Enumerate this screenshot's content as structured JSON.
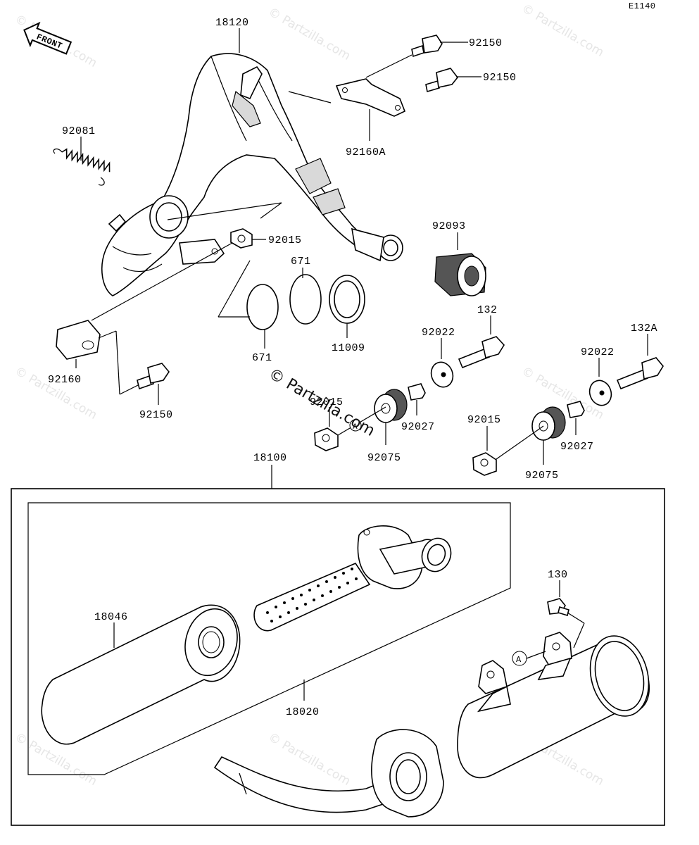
{
  "diagram_code": "E1140",
  "front_label": "FRONT",
  "watermark": "© Partzilla.com",
  "circle_ref": "A",
  "parts": {
    "p18120": "18120",
    "p92150a": "92150",
    "p92150b": "92150",
    "p92160A": "92160A",
    "p92081": "92081",
    "p92015a": "92015",
    "p671a": "671",
    "p671b": "671",
    "p11009": "11009",
    "p92093": "92093",
    "p132": "132",
    "p132A": "132A",
    "p92022a": "92022",
    "p92022b": "92022",
    "p92160": "92160",
    "p92150c": "92150",
    "p92015b": "92015",
    "p92027a": "92027",
    "p92075a": "92075",
    "p92015c": "92015",
    "p92027b": "92027",
    "p92075b": "92075",
    "p18100": "18100",
    "p130": "130",
    "p18046": "18046",
    "p18020": "18020"
  }
}
